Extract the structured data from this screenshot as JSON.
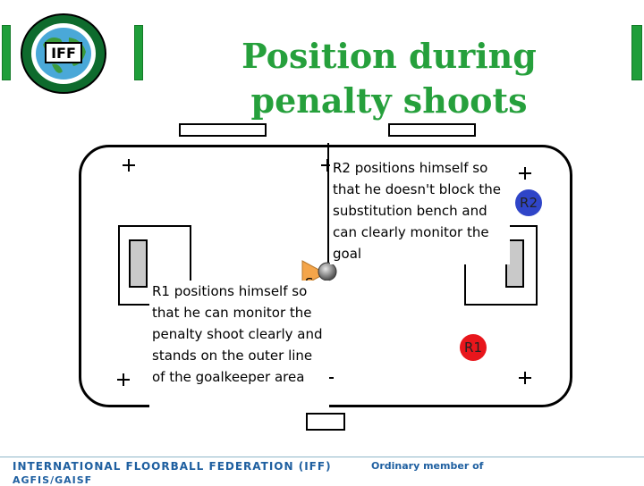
{
  "header": {
    "title": "Position during penalty shoots",
    "logo_text": "IFF",
    "accent_color": "#1f9e3a"
  },
  "rink": {
    "benches": [
      "top-left",
      "top-right",
      "bottom-center"
    ],
    "markers": {
      "penalty_shooter": "S",
      "referee_1": "R1",
      "referee_2": "R2"
    },
    "colors": {
      "referee_1": "#e8161c",
      "referee_2": "#2f45c8",
      "shooter": "#f4a54a",
      "ball": "#777777"
    }
  },
  "notes": {
    "r2": "R2 positions himself so that he doesn't block the substitution bench and can clearly monitor the goal",
    "r1": "R1 positions himself so that he can monitor the penalty shoot clearly and stands on the outer line of the goalkeeper area"
  },
  "footer": {
    "organization": "INTERNATIONAL FLOORBALL FEDERATION (IFF)",
    "membership": "Ordinary member of",
    "membership_cont": "AGFIS/GAISF"
  }
}
